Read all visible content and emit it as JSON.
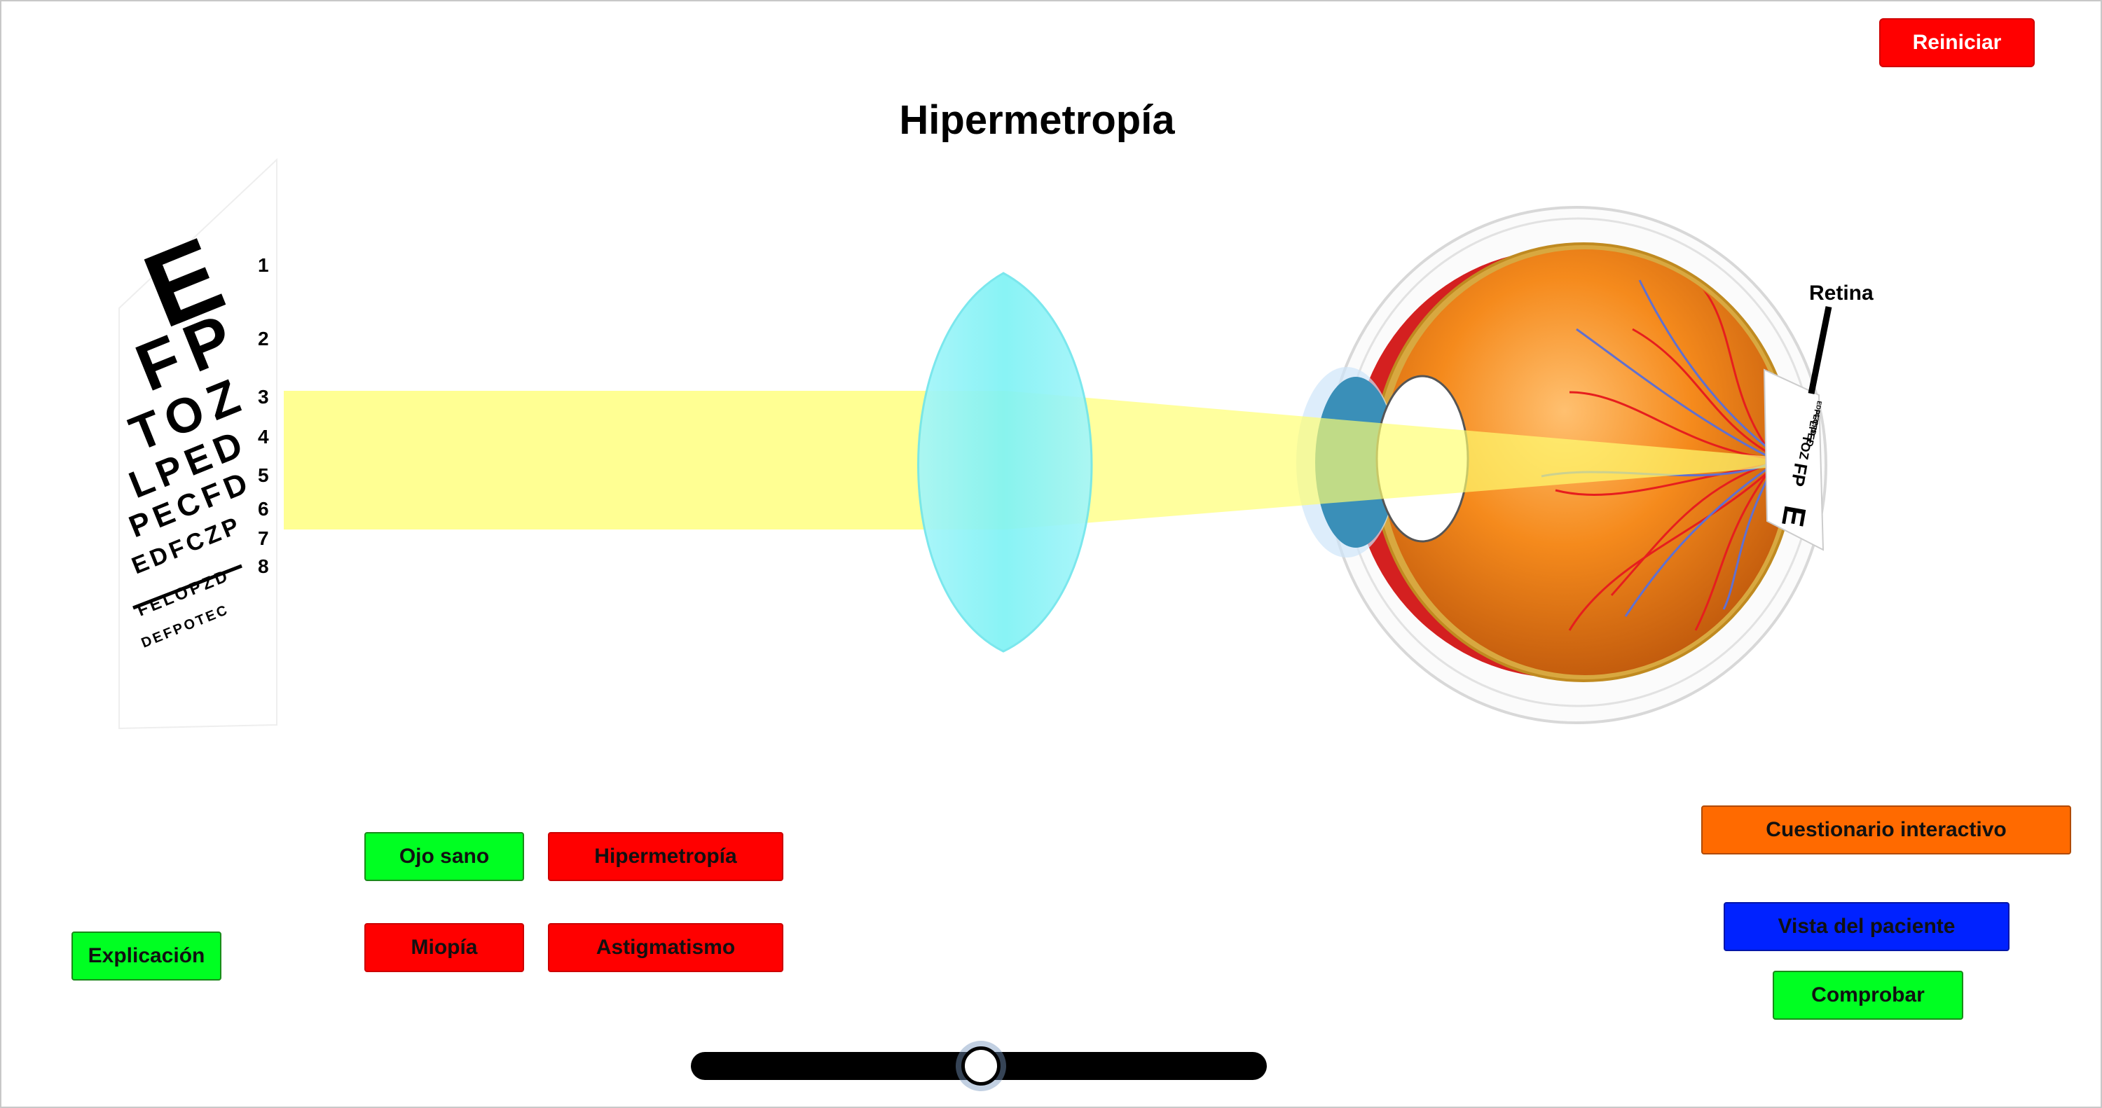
{
  "title": "Hipermetropía",
  "buttons": {
    "reset": "Reiniciar",
    "healthy": "Ojo sano",
    "hyperopia": "Hipermetropía",
    "myopia": "Miopía",
    "astigmatism": "Astigmatismo",
    "explanation": "Explicación",
    "quiz": "Cuestionario interactivo",
    "patient_view": "Vista del paciente",
    "check": "Comprobar"
  },
  "eye": {
    "retina_label": "Retina"
  },
  "eye_chart": {
    "rows": [
      {
        "letters": "E",
        "number": "1"
      },
      {
        "letters": "FP",
        "number": "2"
      },
      {
        "letters": "TOZ",
        "number": "3"
      },
      {
        "letters": "LPED",
        "number": "4"
      },
      {
        "letters": "PECFD",
        "number": "5"
      },
      {
        "letters": "EDFCZP",
        "number": "6"
      },
      {
        "letters": "FELOPZD",
        "number": "7"
      },
      {
        "letters": "DEFPOTEC",
        "number": "8"
      }
    ]
  },
  "retina_chart": {
    "rows": [
      "E",
      "FP",
      "TOZ",
      "LPED",
      "PECFD",
      "EDFCZP"
    ]
  },
  "slider": {
    "value": 0.5
  },
  "colors": {
    "light_beam": "#ffff80",
    "lens": "#80f4f8",
    "eyeball": "#f58a1c",
    "sclera_muscle": "#e02020",
    "reset_button": "#ff0000",
    "green_button": "#00ff22",
    "red_button": "#ff0000",
    "quiz_button": "#ff6a00",
    "patient_button": "#0022ff"
  }
}
